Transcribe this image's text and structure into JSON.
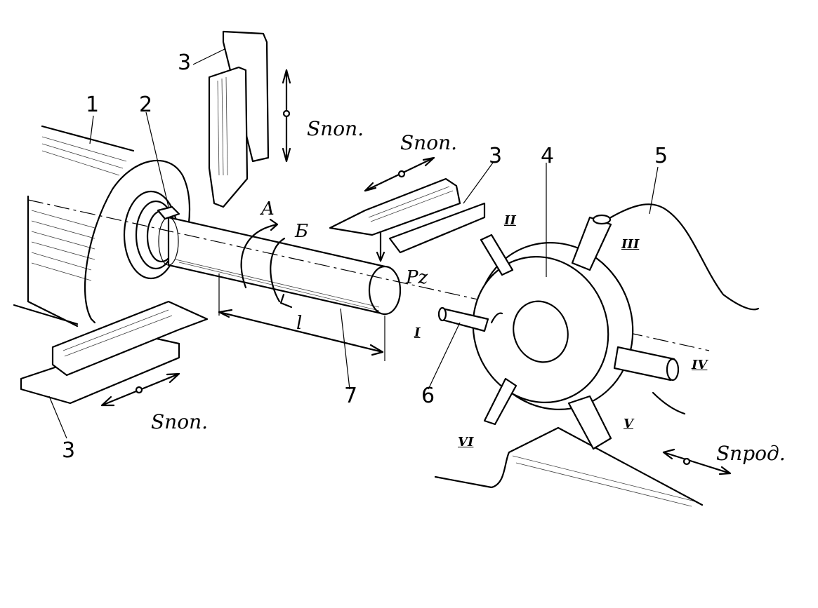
{
  "labels": {
    "n1": "1",
    "n2": "2",
    "n3_top": "3",
    "n3_mid": "3",
    "n3_bottom": "3",
    "n4": "4",
    "n5": "5",
    "n6": "6",
    "n7": "7",
    "feed_vertical": "Sпоп.",
    "feed_mid": "Sпоп.",
    "feed_bottom": "Sпоп.",
    "feed_longitudinal": "Sпрод.",
    "rot_a": "A",
    "rot_b": "Б",
    "force": "Pz",
    "length": "l",
    "r1": "I",
    "r2": "II",
    "r3": "III",
    "r4": "IV",
    "r5": "V",
    "r6": "VI"
  }
}
